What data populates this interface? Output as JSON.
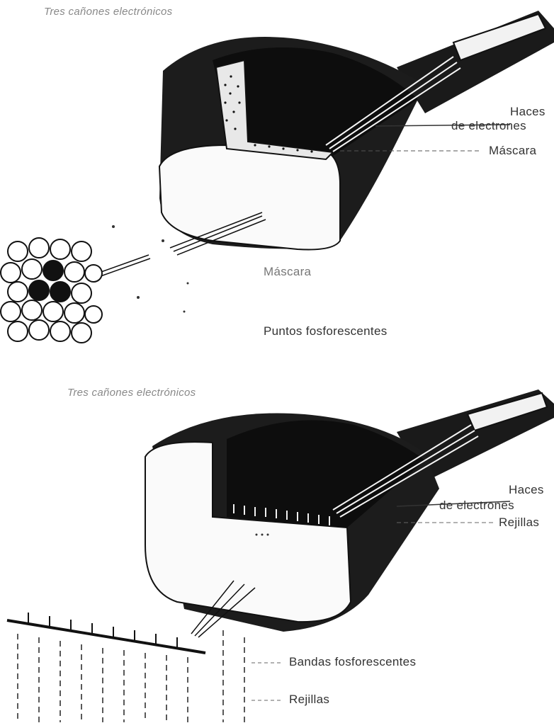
{
  "top_diagram": {
    "title": "Tres cañones electrónicos",
    "labels": {
      "beams": [
        "Haces",
        "de electrones"
      ],
      "mask_right": "Máscara",
      "mask_detail": "Máscara",
      "phosphor_dots": "Puntos fosforescentes"
    }
  },
  "bottom_diagram": {
    "title": "Tres cañones electrónicos",
    "labels": {
      "beams": [
        "Haces",
        "de electrones"
      ],
      "grille_right": "Rejillas",
      "phosphor_strips": "Bandas fosforescentes",
      "grille_detail": "Rejillas"
    }
  },
  "colors": {
    "ink": "#111111",
    "paper": "#ffffff",
    "shade": "#2a2a2a"
  }
}
